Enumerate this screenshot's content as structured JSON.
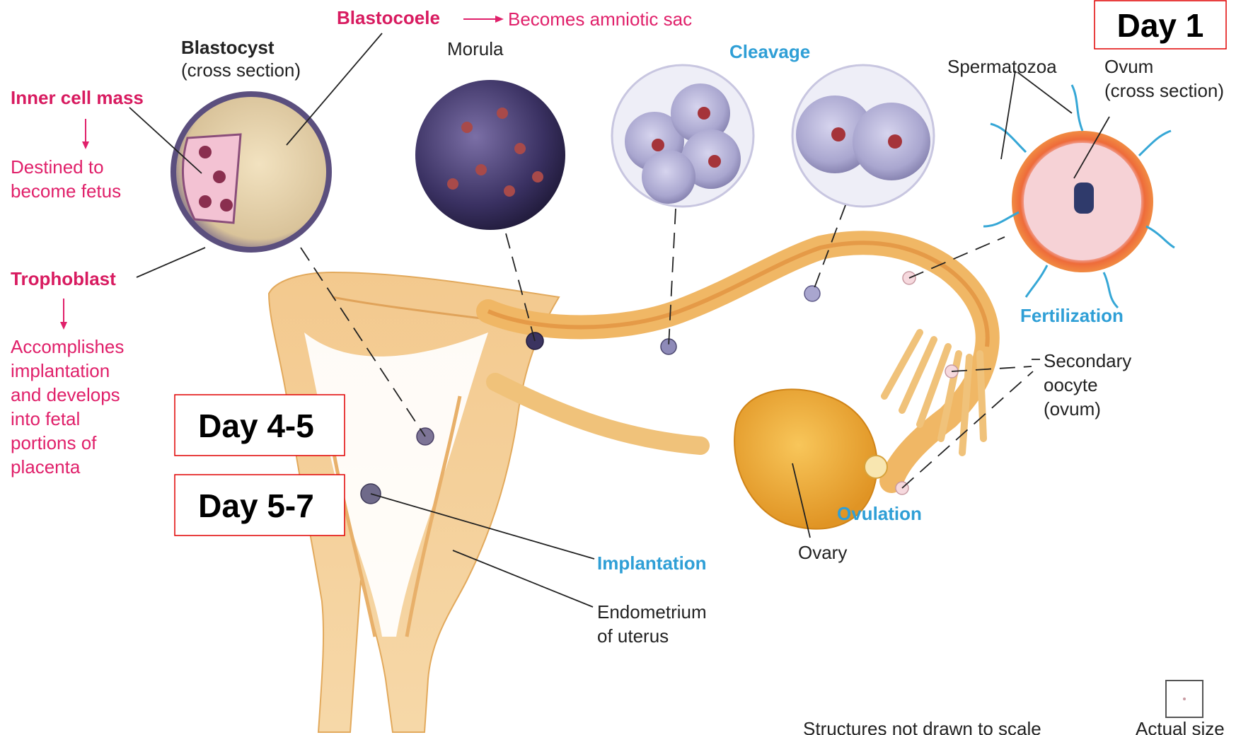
{
  "labels": {
    "blastocoele": "Blastocoele",
    "becomes_amniotic_sac": "Becomes amniotic sac",
    "blastocyst": "Blastocyst",
    "blastocyst_sub": "(cross section)",
    "morula": "Morula",
    "cleavage": "Cleavage",
    "spermatozoa": "Spermatozoa",
    "ovum": "Ovum",
    "ovum_sub": "(cross section)",
    "inner_cell_mass": "Inner cell mass",
    "destined_1": "Destined to",
    "destined_2": "become fetus",
    "trophoblast": "Trophoblast",
    "accomplishes_1": "Accomplishes",
    "accomplishes_2": "implantation",
    "accomplishes_3": "and develops",
    "accomplishes_4": "into fetal",
    "accomplishes_5": "portions of",
    "accomplishes_6": "placenta",
    "fertilization": "Fertilization",
    "secondary_1": "Secondary",
    "secondary_2": "oocyte",
    "secondary_3": "(ovum)",
    "ovulation": "Ovulation",
    "ovary": "Ovary",
    "implantation": "Implantation",
    "endometrium_1": "Endometrium",
    "endometrium_2": "of uterus",
    "not_to_scale": "Structures not drawn to scale",
    "actual_size": "Actual size"
  },
  "day_boxes": {
    "day1": "Day 1",
    "day45": "Day 4-5",
    "day57": "Day 5-7"
  },
  "colors": {
    "pink_label": "#e0206a",
    "blue_label": "#2f9fd6",
    "uterus": "#f0c27a",
    "ovary": "#f0a830",
    "morula": "#3b3460",
    "cleavage": "#8e8ab8",
    "day_box_border": "#e00000"
  }
}
